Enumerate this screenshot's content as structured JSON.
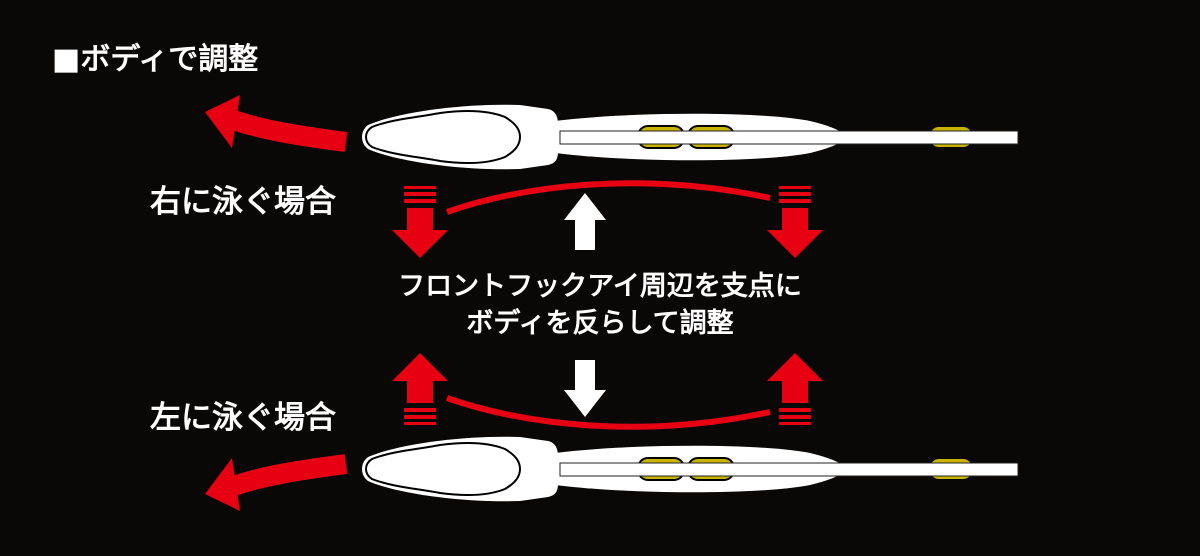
{
  "title": "■ボディで調整",
  "labels": {
    "swim_right": "右に泳ぐ場合",
    "swim_left": "左に泳ぐ場合"
  },
  "center_text": {
    "line1": "フロントフックアイ周辺を支点に",
    "line2": "ボディを反らして調整"
  },
  "colors": {
    "background": "#0a0807",
    "arrow_red": "#e60012",
    "bead_yellow": "#c8b400",
    "lure_white": "#ffffff"
  }
}
